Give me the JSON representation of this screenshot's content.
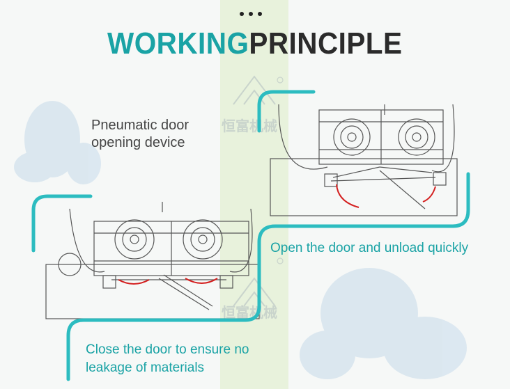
{
  "header": {
    "title_part1": "WORKING",
    "title_part2": "PRINCIPLE"
  },
  "labels": {
    "device": "Pneumatic door opening device",
    "open": "Open the door and unload quickly",
    "close": "Close the door to ensure no leakage of materials"
  },
  "colors": {
    "teal": "#1aa3a5",
    "dark": "#2b2b2b",
    "stripe": "#e8f2dc",
    "arrow": "#d42020"
  },
  "icons": [
    "more-dots-icon",
    "watermark-logo",
    "ornament-flourish"
  ]
}
